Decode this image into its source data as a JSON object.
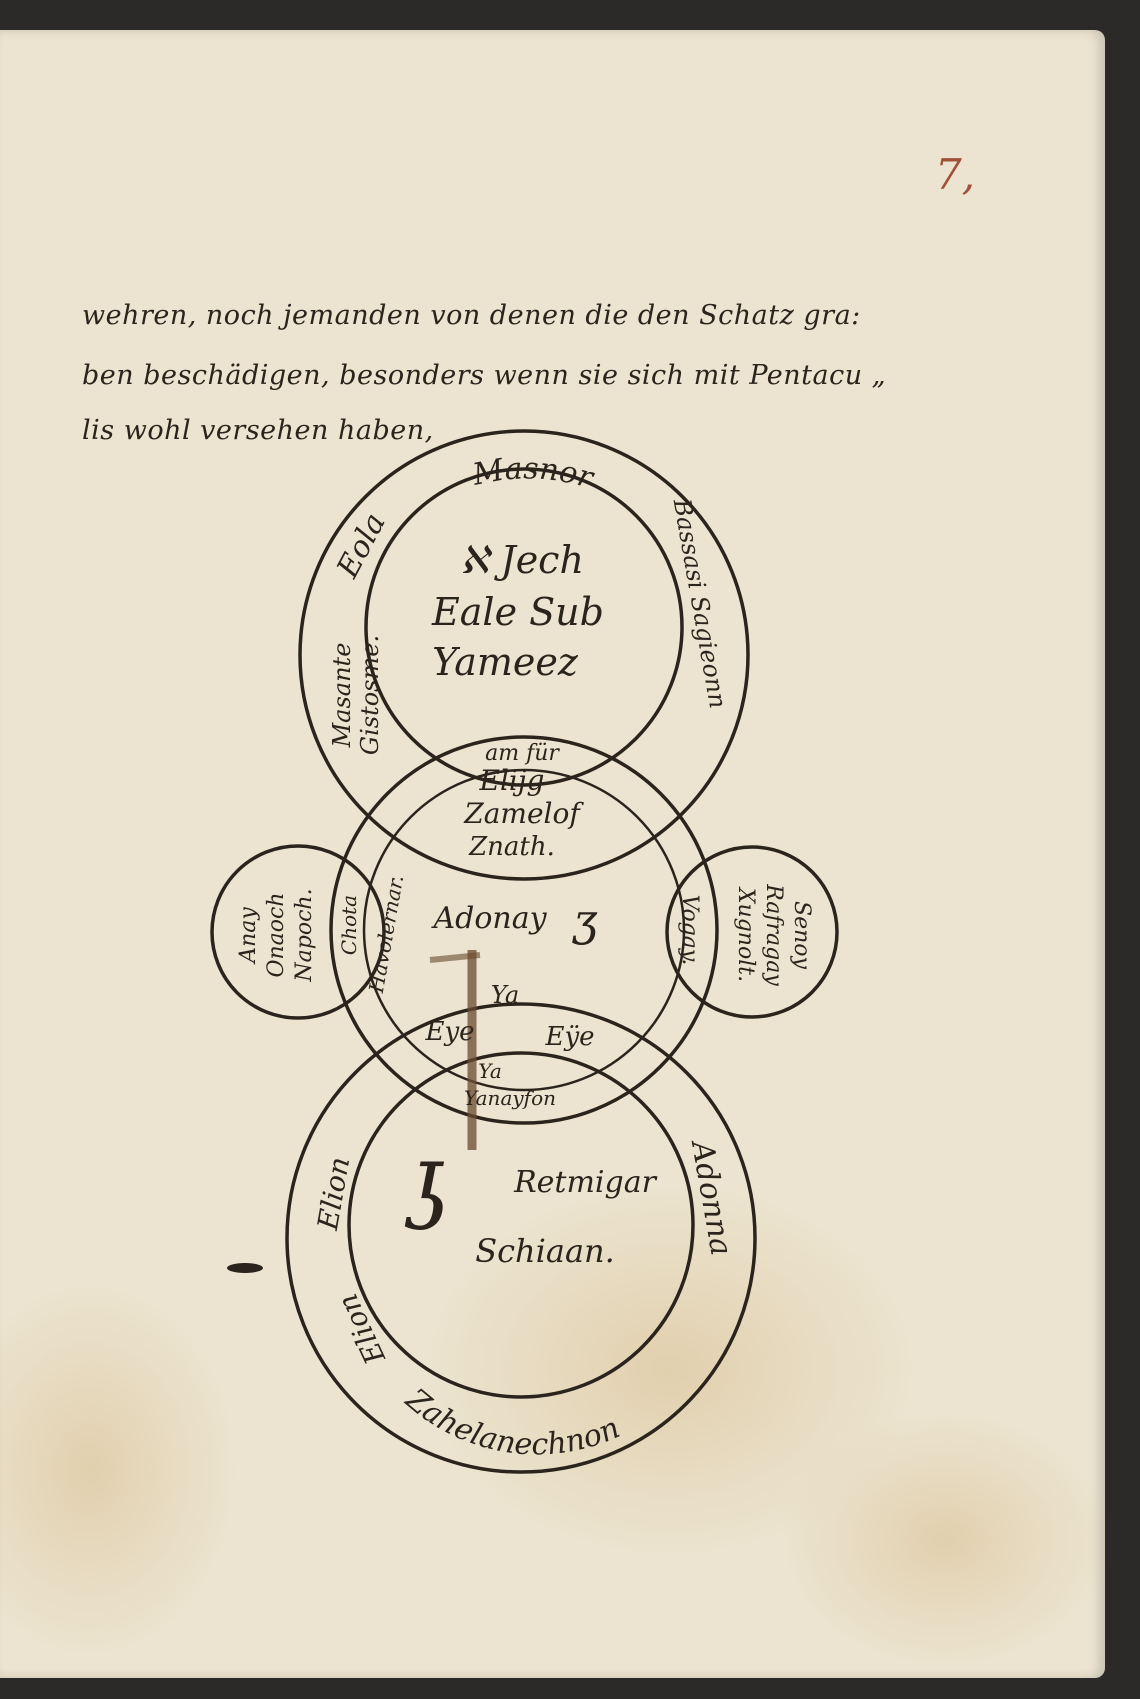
{
  "page_number": "7,",
  "text_lines": [
    "wehren, noch jemanden von denen die den Schatz gra:",
    "ben beschädigen, besonders wenn sie sich mit Pentacu „",
    "lis wohl versehen haben,"
  ],
  "top_circle": {
    "outer": [
      "Masnor",
      "Bassasi Sagieonn",
      "Eola",
      "Masante",
      "Gistosme."
    ],
    "inner": [
      "ℵ Jech",
      "Eale Sub",
      "Yameez"
    ]
  },
  "middle_circle": {
    "top": [
      "am für",
      "Elijg",
      "Zamelof",
      "Znath."
    ],
    "left": [
      "Chota",
      "Havolernar."
    ],
    "center": "Adonay",
    "center_glyph": "ʒ",
    "right": "Vogay.",
    "bottom": [
      "Ya",
      "Eye",
      "Eÿe",
      "Ya",
      "Yanayfon"
    ]
  },
  "left_circle": [
    "Anay",
    "Onaoch",
    "Napoch."
  ],
  "right_circle": [
    "Senoy",
    "Rafragay",
    "Xugnolt."
  ],
  "bottom_circle": {
    "outer": [
      "Elion",
      "Adonna",
      "Zahelanechnon",
      "Elion"
    ],
    "inner": [
      "Retmigar",
      "Schiaan."
    ],
    "glyph": "ʖ"
  }
}
